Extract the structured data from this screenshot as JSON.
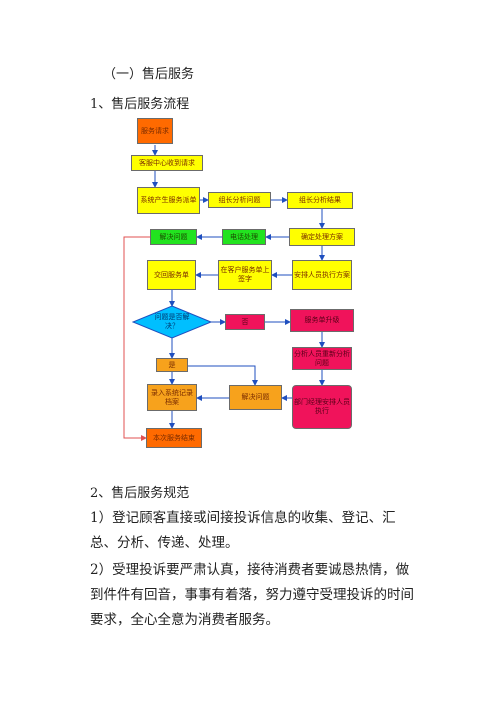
{
  "heading_section": "（一）售后服务",
  "heading_flow": "1、售后服务流程",
  "flowchart": {
    "nodes": {
      "start": "服务请求",
      "receive": "客服中心收到请求",
      "system": "系统产生服务派单",
      "analyze": "组长分析问题",
      "result": "组长分析结果",
      "resolve_top": "解决问题",
      "phone": "电话处理",
      "plan": "确定处理方案",
      "submit": "交回服务单",
      "sign": "在客户服务单上签字",
      "arrange": "安排人员执行方案",
      "decision": "问题是否解决？",
      "no": "否",
      "upgrade": "服务单升级",
      "yes": "是",
      "reassign": "分析人员重新分析问题",
      "record": "录入系统记录档案",
      "resolve_bottom": "解决问题",
      "manager": "部门经理安排人员执行",
      "end": "本次服务结束"
    },
    "colors": {
      "yellow": "#ffff00",
      "orange": "#f7a21c",
      "green": "#22e31f",
      "pink": "#f0135b",
      "redorange": "#ff6a00",
      "decision": "#00bfff",
      "connector_blue": "#1f4fbf",
      "connector_red": "#e05050"
    }
  },
  "heading_norms": "2、售后服务规范",
  "para1": "1）登记顾客直接或间接投诉信息的收集、登记、汇总、分析、传递、处理。",
  "para2": "2）受理投诉要严肃认真，接待消费者要诚恳热情，做到件件有回音，事事有着落，努力遵守受理投诉的时间要求，全心全意为消费者服务。"
}
